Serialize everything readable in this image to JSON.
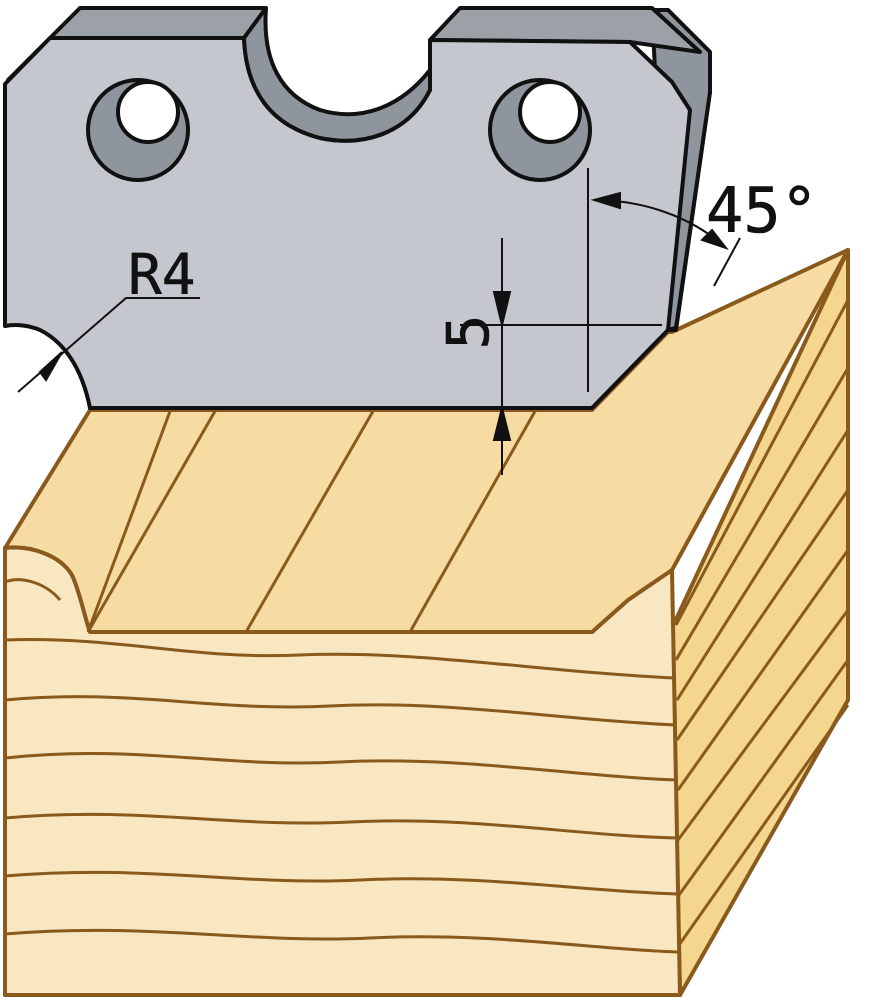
{
  "dimensions": {
    "radius_label": "R4",
    "angle_label": "45°",
    "depth_label": "5"
  },
  "colors": {
    "blade_face": "#c4c8ce",
    "blade_side": "#8f959c",
    "blade_top": "#9ca1a8",
    "hole_dark": "#4f5358",
    "wood_face": "#f8e7c0",
    "wood_profile": "#f6dca3",
    "wood_side": "#f5d68f",
    "wood_line": "#8a5a1c",
    "outline": "#111111"
  }
}
